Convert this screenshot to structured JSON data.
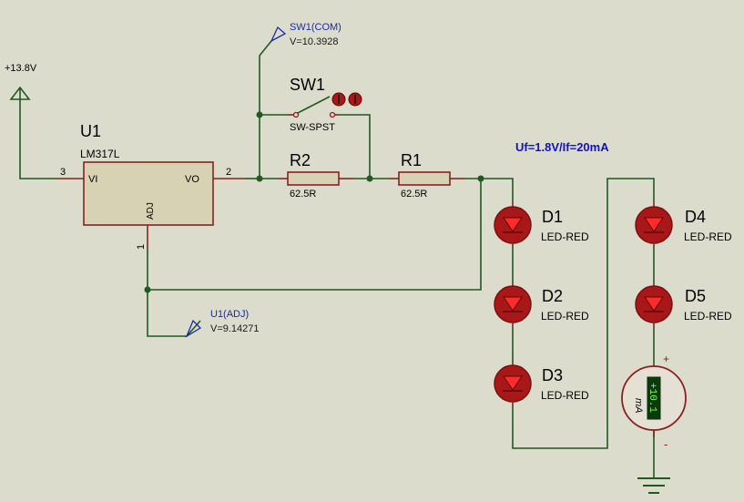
{
  "power": {
    "label": "+13.8V"
  },
  "u1": {
    "ref": "U1",
    "part": "LM317L",
    "pin_vi": "VI",
    "pin_vo": "VO",
    "pin_adj": "ADJ",
    "pin_in_num": "3",
    "pin_out_num": "2",
    "pin_adj_num": "1"
  },
  "probe_sw": {
    "name": "SW1(COM)",
    "value": "V=10.3928"
  },
  "probe_adj": {
    "name": "U1(ADJ)",
    "value": "V=9.14271"
  },
  "sw1": {
    "ref": "SW1",
    "part": "SW-SPST"
  },
  "r2": {
    "ref": "R2",
    "value": "62.5R"
  },
  "r1": {
    "ref": "R1",
    "value": "62.5R"
  },
  "note": "Uf=1.8V/If=20mA",
  "leds": [
    {
      "ref": "D1",
      "part": "LED-RED"
    },
    {
      "ref": "D2",
      "part": "LED-RED"
    },
    {
      "ref": "D3",
      "part": "LED-RED"
    },
    {
      "ref": "D4",
      "part": "LED-RED"
    },
    {
      "ref": "D5",
      "part": "LED-RED"
    }
  ],
  "ammeter": {
    "reading": "+10.1",
    "unit": "mA",
    "plus": "+",
    "minus": "-"
  },
  "colors": {
    "background": "#dcdccc",
    "wire": "#1f5a1f",
    "component": "#8a2020",
    "led_body": "#a81818",
    "probe_text": "#1a2aa8"
  }
}
